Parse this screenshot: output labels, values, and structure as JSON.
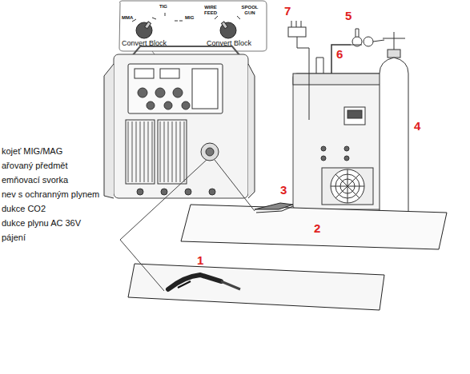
{
  "diagram": {
    "labels": [
      "7",
      "5",
      "6",
      "4",
      "3",
      "2",
      "1",
      "TIG",
      "MMA",
      "MIG",
      "WIRE FEED",
      "SPOOL GUN",
      "Convert Block",
      "Convert Block",
      "kojeť MIG/MAG",
      "ařovaný předmět",
      "emňovací svorka",
      "nev s ochranným plynem",
      "dukce CO2",
      "dukce plynu AC 36V",
      "pájení"
    ]
  }
}
